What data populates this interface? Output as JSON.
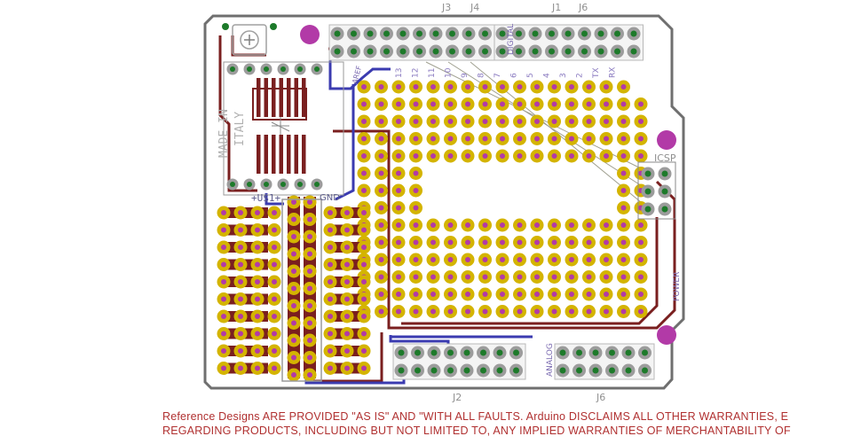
{
  "board": {
    "header_top_labels": [
      "J3",
      "J4",
      "J1",
      "J6"
    ],
    "header_bottom_labels": [
      "J2",
      "J6"
    ],
    "made_in": [
      "MADE IN",
      "ITALY"
    ],
    "ic_label": "+U$1+",
    "icsp_label": "ICSP",
    "digital_label": "DIGITAL",
    "analog_label": "ANALOG",
    "power_label": "POWER",
    "gnd_label": "GND",
    "aref_label": "AREF",
    "pin_labels_top": [
      "13",
      "12",
      "11",
      "10",
      "9",
      "8",
      "7",
      "6",
      "5",
      "4",
      "3",
      "2",
      "TX",
      "RX"
    ],
    "colors": {
      "outline": "#707070",
      "pad_ring": "#d4b400",
      "pad_hole": "#b23aa7",
      "header_pad": "#1d7a2a",
      "copper_top": "#7a1f1f",
      "copper_bottom": "#3b3bb0",
      "mount_hole": "#b23aa7"
    }
  },
  "disclaimer": {
    "line1": "Reference Designs ARE PROVIDED \"AS IS\" AND \"WITH ALL FAULTS. Arduino DISCLAIMS ALL OTHER WARRANTIES, E",
    "line2": "REGARDING PRODUCTS, INCLUDING BUT NOT LIMITED TO, ANY IMPLIED WARRANTIES OF MERCHANTABILITY OF"
  }
}
